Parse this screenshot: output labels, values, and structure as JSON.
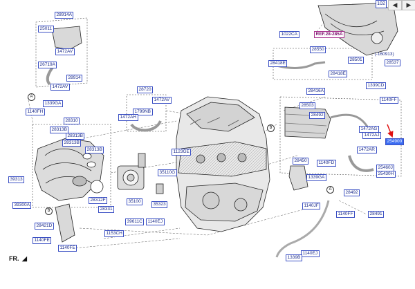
{
  "labels": {
    "l28914A": "28914A",
    "l25011": "25011",
    "l1472AV_a": "1472AV",
    "l26719A": "26719A",
    "l28914": "28914",
    "l1472AV_b": "1472AV",
    "l1339GA_a": "1339GA",
    "l1140FH": "1140FH",
    "l28310": "28310",
    "l28313B_a": "28313B",
    "l28313B_b": "28313B",
    "l28313B_c": "28313B",
    "l28313B_d": "28313B",
    "l39313": "39313",
    "l39300A": "39300A",
    "l28312F": "28312F",
    "l28331": "28331",
    "l28421D": "28421D",
    "l1140FE_a": "1140FE",
    "l1140FE_b": "1140FE",
    "l28720": "28720",
    "l1472AV_c": "1472AV",
    "l1799NB": "1799NB",
    "l1472AH": "1472AH",
    "l1123GE": "1123GE",
    "l35110G": "35110G",
    "l35100": "35100",
    "l35323": "35323",
    "l39611C": "39611C",
    "l1140EJ_a": "1140EJ",
    "l1153CH": "1153CH",
    "l1022CA": "1022CA",
    "lREF": "REF.28-285A",
    "l28550": "28550",
    "l28418E_a": "28418E",
    "l28418E_b": "28418E",
    "l28501": "28501",
    "l160913": "(-160913)",
    "l28537": "28537",
    "l28416A": "28416A",
    "l1339CD": "1339CD",
    "l28503": "28503",
    "l28492_a": "28492",
    "l1140FF_a": "1140FF",
    "l1472AG": "1472AG",
    "l1472AJ": "1472AJ",
    "l1472AR": "1472AR",
    "lHL": "254900",
    "l25460J": "25460J",
    "l25430H": "25430H",
    "l28450": "28450",
    "l1140FD": "1140FD",
    "l1339GA_b": "1339GA",
    "l1140JF": "1140JF",
    "l28492_b": "28492",
    "l1140FF_b": "1140FF",
    "l28491": "28491",
    "l1140EJ_b": "1140EJ",
    "l1339B": "1339B",
    "l102": "102"
  },
  "callouts": {
    "A1": "A",
    "B1": "B",
    "A2": "A",
    "B2": "B"
  },
  "direction_label": "FR.",
  "nav": {
    "prev": "◀",
    "next": "▶"
  },
  "colors": {
    "label_text": "#1a2a8a",
    "label_border": "#3a4fc4",
    "ref": "#a8338e",
    "highlight": "#3b6df2",
    "arrow": "#e01010"
  }
}
